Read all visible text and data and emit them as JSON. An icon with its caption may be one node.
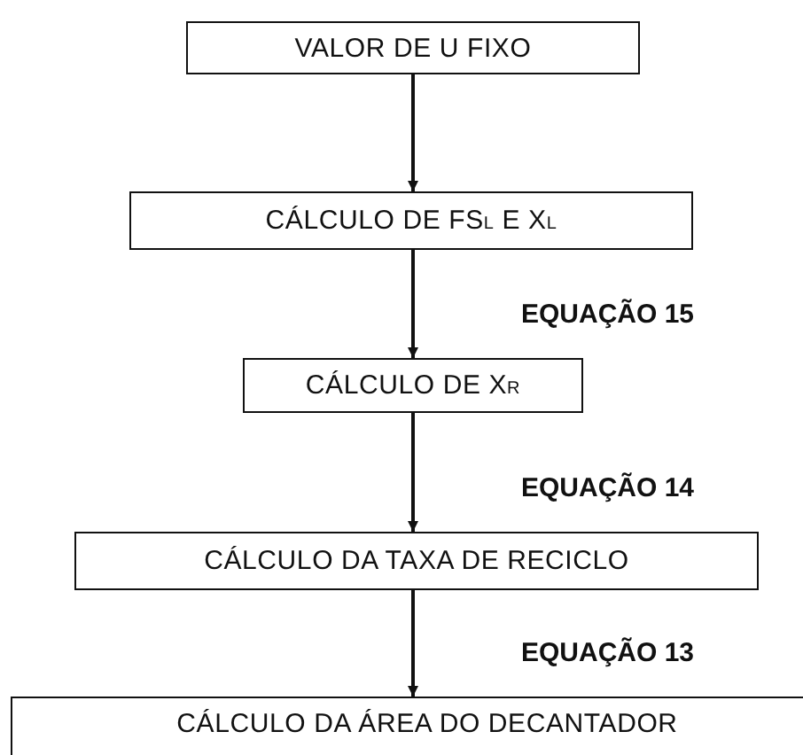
{
  "diagram": {
    "nodes": [
      {
        "text": [
          "VALOR DE U FIXO"
        ]
      },
      {
        "text": [
          "CÁLCULO DE FS$_{L}$ E X$_{L}$"
        ]
      },
      {
        "text": [
          "CÁLCULO DE X$_{R}$"
        ]
      },
      {
        "text": [
          "CÁLCULO DA TAXA DE RECICLO"
        ]
      },
      {
        "text": [
          "CÁLCULO DA ÁREA DO DECANTADOR"
        ]
      }
    ],
    "edges": [
      {
        "from": 0,
        "to": 1,
        "arrow": "to"
      },
      {
        "from": 1,
        "to": 2,
        "arrow": "to",
        "label": "EQUAÇÃO 15"
      },
      {
        "from": 2,
        "to": 3,
        "arrow": "to",
        "label": "EQUAÇÃO 14"
      },
      {
        "from": 3,
        "to": 4,
        "arrow": "to",
        "label": "EQUAÇÃO 13"
      }
    ]
  }
}
